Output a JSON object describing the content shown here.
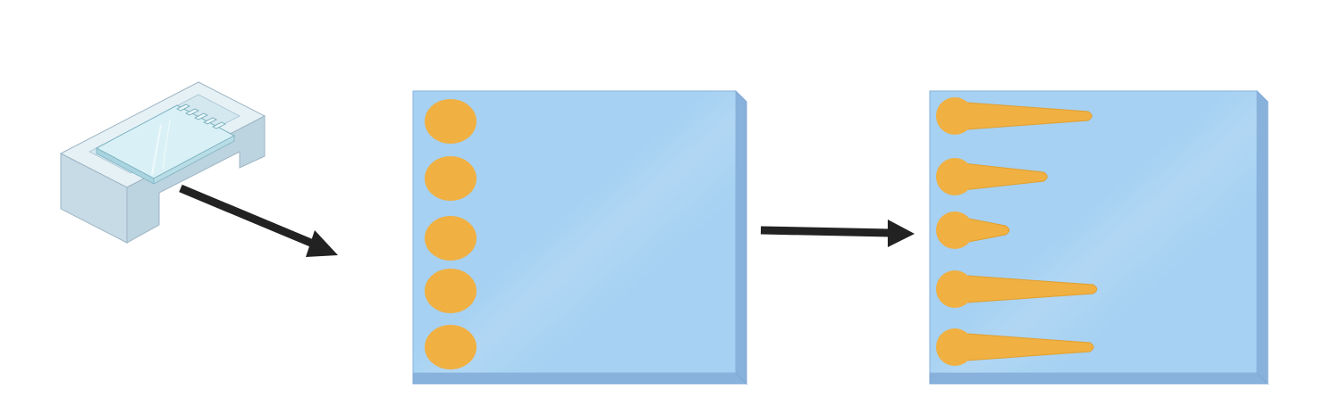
{
  "colors": {
    "background": "#ffffff",
    "gel_face": "#a6d1f2",
    "gel_edge": "#88b1dc",
    "gel_edge_line": "#7ea7d4",
    "sample_fill": "#f0b042",
    "sample_stroke": "#e0a030",
    "arrow": "#222222",
    "tank_glass": "#cde0ea",
    "tank_outline": "#9fb6c4",
    "tank_inner": "#dff0f6"
  },
  "icons": {
    "gel_tank": "gel-electrophoresis-tank-icon",
    "arrow_1": "arrow-right-down-icon",
    "arrow_2": "arrow-right-icon"
  },
  "panels": {
    "loaded_gel": {
      "description_key": "gel-with-loaded-wells",
      "well_count": 5
    },
    "run_gel": {
      "description_key": "gel-after-electrophoresis",
      "band_count": 5,
      "relative_migration": [
        0.85,
        0.58,
        0.35,
        0.88,
        0.86
      ]
    }
  }
}
